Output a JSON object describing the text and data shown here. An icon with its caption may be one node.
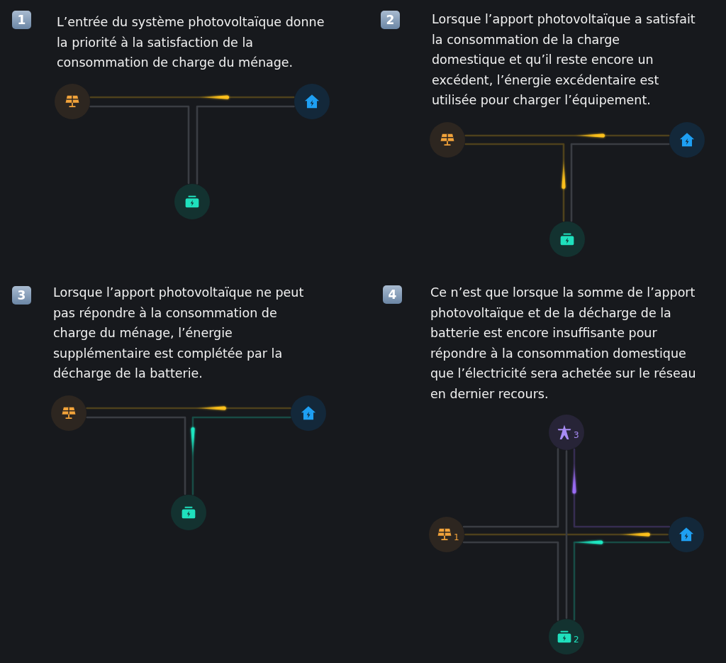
{
  "diagram": {
    "nodes": [
      {
        "text": [
          "1"
        ]
      },
      {
        "text": [],
        "shape": "circle"
      },
      {
        "text": [],
        "shape": "circle"
      },
      {
        "text": [],
        "shape": "circle"
      },
      {
        "text": [
          "2"
        ]
      },
      {
        "text": [],
        "shape": "circle"
      },
      {
        "text": [],
        "shape": "circle"
      },
      {
        "text": [],
        "shape": "circle"
      },
      {
        "text": [
          "3"
        ]
      },
      {
        "text": [],
        "shape": "circle"
      },
      {
        "text": [],
        "shape": "circle"
      },
      {
        "text": [],
        "shape": "circle"
      },
      {
        "text": [
          "4"
        ]
      },
      {
        "text": [
          "3"
        ]
      },
      {
        "text": [
          "1"
        ]
      },
      {
        "text": [],
        "shape": "circle"
      },
      {
        "text": [
          "2"
        ]
      }
    ],
    "edges": [
      {
        "from": 1,
        "to": 2,
        "arrow": "none",
        "color": "#ffc21a"
      },
      {
        "from": 1,
        "to": 3,
        "arrow": "none"
      },
      {
        "from": 3,
        "to": 2,
        "arrow": "none"
      },
      {
        "from": 5,
        "to": 6,
        "arrow": "none",
        "color": "#ffc21a"
      },
      {
        "from": 5,
        "to": 7,
        "arrow": "none",
        "color": "#ffc21a"
      },
      {
        "from": 7,
        "to": 6,
        "arrow": "none"
      },
      {
        "from": 9,
        "to": 10,
        "arrow": "none",
        "color": "#ffc21a"
      },
      {
        "from": 9,
        "to": 11,
        "arrow": "none"
      },
      {
        "from": 11,
        "to": 10,
        "arrow": "none",
        "color": "#1de9c3"
      },
      {
        "from": 14,
        "to": 13,
        "arrow": "none"
      },
      {
        "from": 14,
        "to": 15,
        "arrow": "none",
        "color": "#ffc21a"
      },
      {
        "from": 14,
        "to": 16,
        "arrow": "none"
      },
      {
        "from": 13,
        "to": 16,
        "arrow": "none"
      },
      {
        "from": 13,
        "to": 15,
        "arrow": "none",
        "color": "#9b6cf6"
      },
      {
        "from": 16,
        "to": 15,
        "arrow": "none",
        "color": "#1de9c3"
      }
    ],
    "labels": [
      "L’entrée du système photovoltaïque donne la priorité à la satisfaction de la consommation de charge du ménage.",
      "Lorsque l’apport photovoltaïque a satisfait la consommation de la charge domestique et qu’il reste encore un excédent, l’énergie excédentaire est utilisée pour charger l’équipement.",
      "Lorsque l’apport photovoltaïque ne peut pas répondre à la consommation de charge du ménage, l’énergie supplémentaire est complétée par la décharge de la batterie.",
      "Ce n’est que lorsque la somme de l’apport photovoltaïque et de la décharge de la batterie est encore insuffisante pour répondre à la consommation domestique que l’électricité sera achetée sur le réseau en dernier recours."
    ]
  }
}
